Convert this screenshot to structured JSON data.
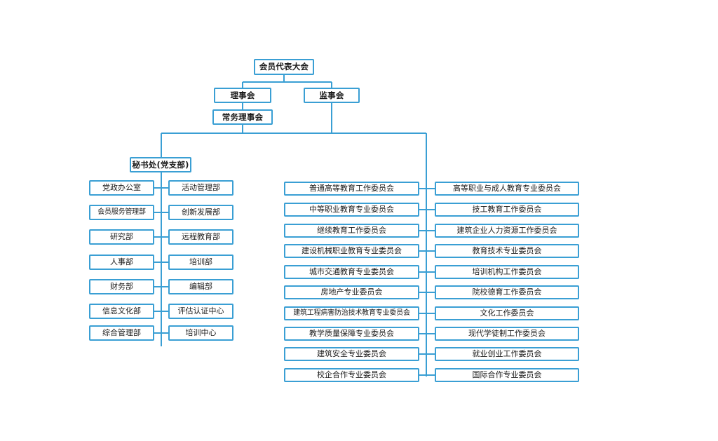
{
  "diagram": {
    "title_node": {
      "label": "会员代表大会"
    },
    "second_level": [
      {
        "label": "理事会"
      },
      {
        "label": "监事会"
      }
    ],
    "third_level": [
      {
        "label": "常务理事会"
      }
    ],
    "secretariat": {
      "label": "秘书处(党支部)"
    },
    "departments": {
      "left_column": [
        {
          "label": "党政办公室"
        },
        {
          "label": "会员服务管理部"
        },
        {
          "label": "研究部"
        },
        {
          "label": "人事部"
        },
        {
          "label": "财务部"
        },
        {
          "label": "信息文化部"
        },
        {
          "label": "综合管理部"
        }
      ],
      "right_column": [
        {
          "label": "活动管理部"
        },
        {
          "label": "创新发展部"
        },
        {
          "label": "远程教育部"
        },
        {
          "label": "培训部"
        },
        {
          "label": "编辑部"
        },
        {
          "label": "评估认证中心"
        },
        {
          "label": "培训中心"
        }
      ]
    },
    "committees": {
      "left_column": [
        {
          "label": "普通高等教育工作委员会"
        },
        {
          "label": "中等职业教育专业委员会"
        },
        {
          "label": "继续教育工作委员会"
        },
        {
          "label": "建设机械职业教育专业委员会"
        },
        {
          "label": "城市交通教育专业委员会"
        },
        {
          "label": "房地产专业委员会"
        },
        {
          "label": "建筑工程病害防治技术教育专业委员会"
        },
        {
          "label": "教学质量保障专业委员会"
        },
        {
          "label": "建筑安全专业委员会"
        },
        {
          "label": "校企合作专业委员会"
        }
      ],
      "right_column": [
        {
          "label": "高等职业与成人教育专业委员会"
        },
        {
          "label": "技工教育工作委员会"
        },
        {
          "label": "建筑企业人力资源工作委员会"
        },
        {
          "label": "教育技术专业委员会"
        },
        {
          "label": "培训机构工作委员会"
        },
        {
          "label": "院校德育工作委员会"
        },
        {
          "label": "文化工作委员会"
        },
        {
          "label": "现代学徒制工作委员会"
        },
        {
          "label": "就业创业工作委员会"
        },
        {
          "label": "国际合作专业委员会"
        }
      ]
    },
    "colors": {
      "border": "#3a9fd4",
      "connector": "#3a9fd4",
      "text": "#1b1b1b",
      "background": "#ffffff"
    }
  }
}
